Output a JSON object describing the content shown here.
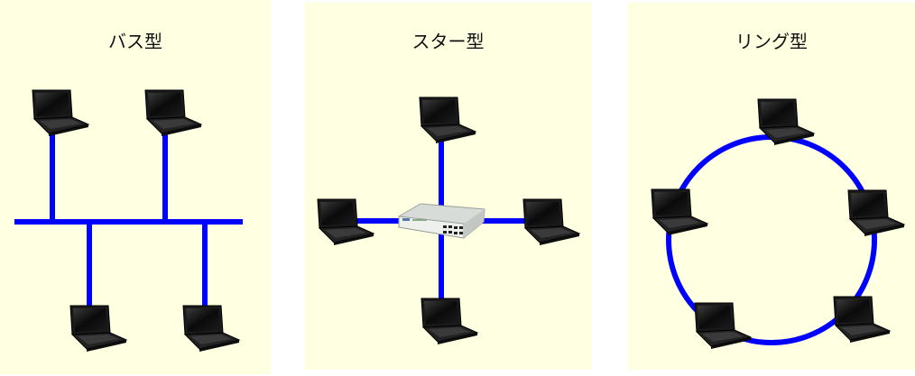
{
  "colors": {
    "panel_bg": "#ffffe1",
    "page_bg": "#ffffff",
    "link": "#0000ff",
    "laptop": "#111111"
  },
  "panels": [
    {
      "id": "bus",
      "title": "バス型",
      "nodes": 4,
      "devices": [
        "laptop-icon",
        "laptop-icon",
        "laptop-icon",
        "laptop-icon"
      ]
    },
    {
      "id": "star",
      "title": "スター型",
      "nodes": 4,
      "hub": "switch-hub-icon",
      "devices": [
        "laptop-icon",
        "laptop-icon",
        "laptop-icon",
        "laptop-icon"
      ]
    },
    {
      "id": "ring",
      "title": "リング型",
      "nodes": 5,
      "devices": [
        "laptop-icon",
        "laptop-icon",
        "laptop-icon",
        "laptop-icon",
        "laptop-icon"
      ]
    }
  ]
}
